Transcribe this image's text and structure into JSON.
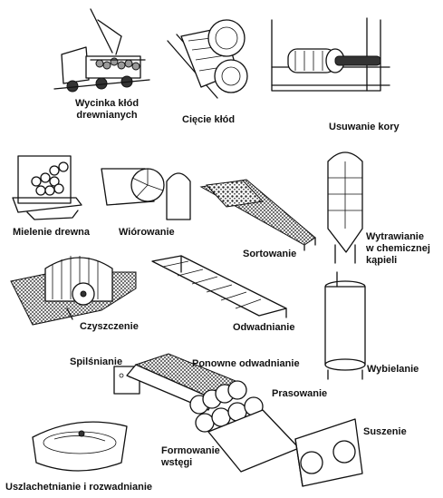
{
  "stages": [
    {
      "id": "felling",
      "lines": [
        "Wycinka kłód",
        "drewnianych"
      ],
      "icon": "logging-truck-icon"
    },
    {
      "id": "log-cutting",
      "lines": [
        "Cięcie kłód"
      ],
      "icon": "log-saw-icon"
    },
    {
      "id": "debarking",
      "lines": [
        "Usuwanie kory"
      ],
      "icon": "debarking-drum-icon"
    },
    {
      "id": "grinding",
      "lines": [
        "Mielenie drewna"
      ],
      "icon": "wood-grinder-icon"
    },
    {
      "id": "chipping",
      "lines": [
        "Wiórowanie"
      ],
      "icon": "chipper-drum-icon"
    },
    {
      "id": "screening",
      "lines": [
        "Sortowanie"
      ],
      "icon": "screening-conveyor-icon"
    },
    {
      "id": "chemical-cooking",
      "lines": [
        "Wytrawianie",
        "w chemicznej",
        "kąpieli"
      ],
      "icon": "digester-tower-icon"
    },
    {
      "id": "cleaning",
      "lines": [
        "Czyszczenie"
      ],
      "icon": "pulp-cleaner-icon"
    },
    {
      "id": "dewatering",
      "lines": [
        "Odwadnianie"
      ],
      "icon": "dewatering-screen-icon"
    },
    {
      "id": "bleaching",
      "lines": [
        "Wybielanie"
      ],
      "icon": "bleaching-tank-icon"
    },
    {
      "id": "felting",
      "lines": [
        "Spilśnianie"
      ],
      "icon": "headbox-icon"
    },
    {
      "id": "re-dewatering",
      "lines": [
        "Ponowne odwadnianie"
      ],
      "icon": "wire-section-icon"
    },
    {
      "id": "pressing",
      "lines": [
        "Prasowanie"
      ],
      "icon": "press-rolls-icon"
    },
    {
      "id": "drying",
      "lines": [
        "Suszenie"
      ],
      "icon": "dryer-reel-icon"
    },
    {
      "id": "web-forming",
      "lines": [
        "Formowanie",
        "wstęgi"
      ],
      "icon": "paper-web-icon"
    },
    {
      "id": "refining",
      "lines": [
        "Uszlachetnianie i rozwadnianie"
      ],
      "icon": "refining-vat-icon"
    }
  ]
}
